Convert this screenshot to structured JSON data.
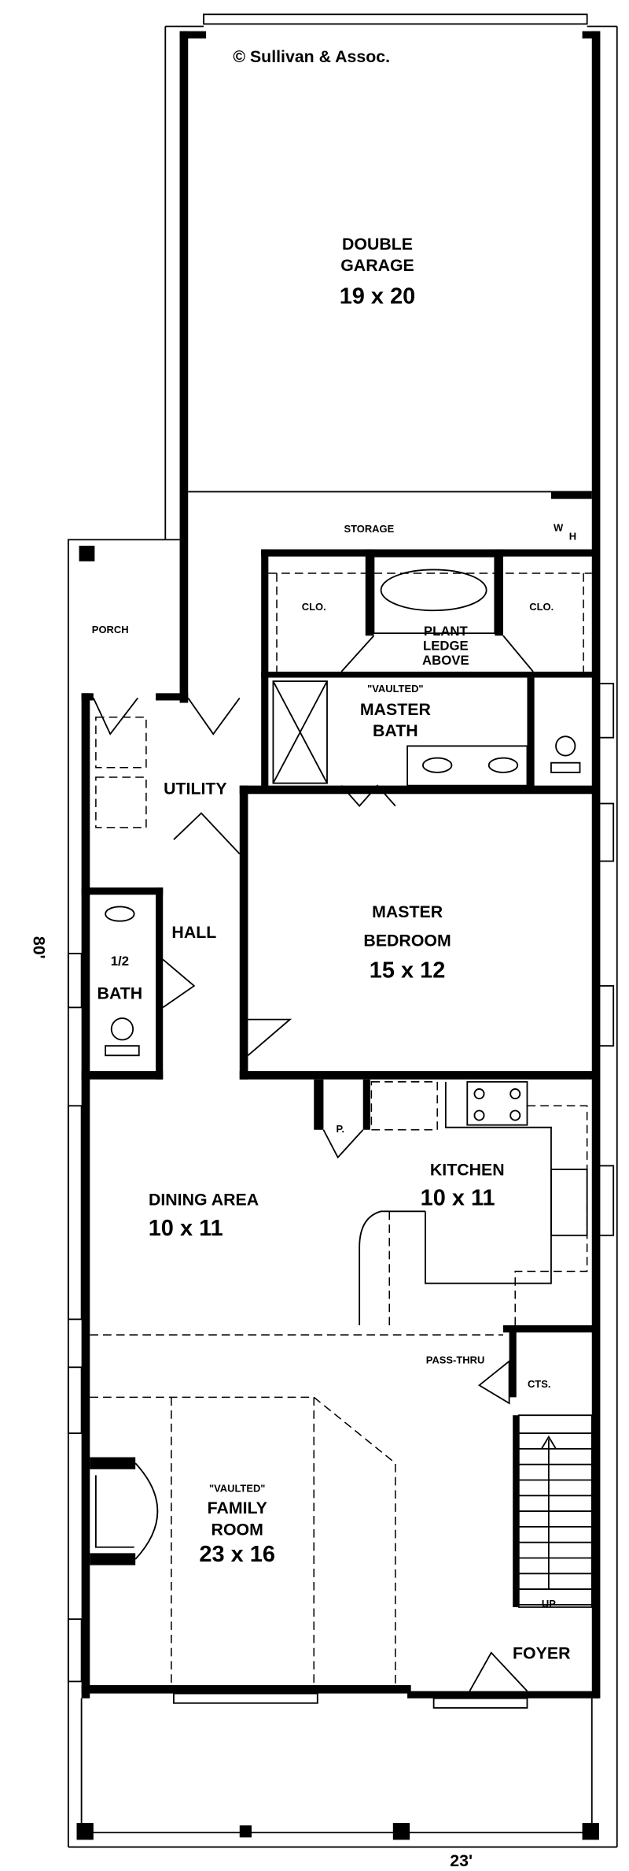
{
  "copyright": "© Sullivan & Assoc.",
  "rooms": {
    "garage": {
      "name_line1": "DOUBLE",
      "name_line2": "GARAGE",
      "size": "19 x 20"
    },
    "storage": {
      "name": "STORAGE"
    },
    "water_heater": {
      "w": "W",
      "h": "H"
    },
    "closet_left": {
      "name": "CLO."
    },
    "closet_right": {
      "name": "CLO."
    },
    "plant_ledge": {
      "line1": "PLANT",
      "line2": "LEDGE",
      "line3": "ABOVE"
    },
    "master_bath": {
      "note": "\"VAULTED\"",
      "name_line1": "MASTER",
      "name_line2": "BATH"
    },
    "porch": {
      "name": "PORCH"
    },
    "utility": {
      "name": "UTILITY"
    },
    "hall": {
      "name": "HALL"
    },
    "half_bath": {
      "name_line1": "1/2",
      "name_line2": "BATH"
    },
    "master_bedroom": {
      "name_line1": "MASTER",
      "name_line2": "BEDROOM",
      "size": "15 x 12"
    },
    "pantry": {
      "name": "P."
    },
    "kitchen": {
      "name": "KITCHEN",
      "size": "10 x 11"
    },
    "dining": {
      "name": "DINING AREA",
      "size": "10 x 11"
    },
    "pass_thru": {
      "name": "PASS-THRU"
    },
    "cabinets": {
      "name": "CTS."
    },
    "family_room": {
      "note": "\"VAULTED\"",
      "name_line1": "FAMILY",
      "name_line2": "ROOM",
      "size": "23 x 16"
    },
    "stairs": {
      "label": "UP"
    },
    "foyer": {
      "name": "FOYER"
    }
  },
  "dimensions": {
    "depth": "80'",
    "width": "23'"
  }
}
